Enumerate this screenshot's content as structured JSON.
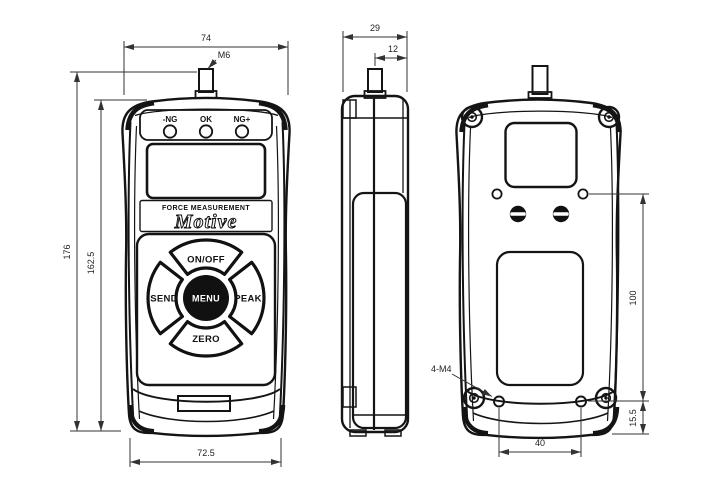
{
  "drawing_title": "force-gauge-dimensional-drawing",
  "colors": {
    "line": "#141414",
    "background": "#ffffff"
  },
  "front_view": {
    "leds": {
      "labels": [
        "-NG",
        "OK",
        "NG+"
      ]
    },
    "nameplate": {
      "line1": "FORCE MEASUREMENT",
      "logo": "Motive"
    },
    "keypad": {
      "on_off": "ON/OFF",
      "send": "SEND",
      "menu": "MENU",
      "peak": "PEAK",
      "zero": "ZERO"
    },
    "dims": {
      "top_width": "74",
      "thread_label": "M6",
      "overall_height": "176",
      "body_height": "162.5",
      "bottom_width": "72.5"
    }
  },
  "side_view": {
    "dims": {
      "depth": "29",
      "shaft_to_edge": "12"
    }
  },
  "back_view": {
    "dims": {
      "hole_span_vertical": "100",
      "hole_to_bottom": "15.5",
      "hole_span_horizontal": "40",
      "mount_holes": "4-M4"
    }
  }
}
